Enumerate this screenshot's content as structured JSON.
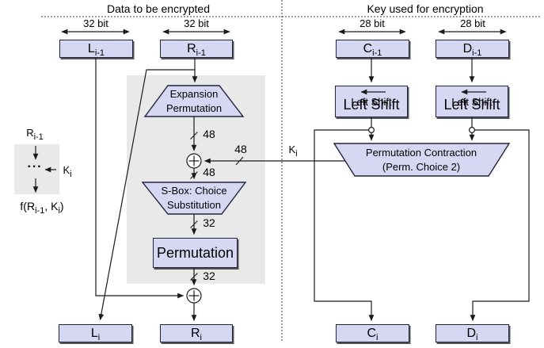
{
  "titles": {
    "left": "Data to be encrypted",
    "right": "Key used for encryption"
  },
  "bit_widths": {
    "l": "32 bit",
    "r": "32 bit",
    "c": "28 bit",
    "d": "28 bit"
  },
  "registers": {
    "l_prev": {
      "main": "L",
      "sub": "i-1"
    },
    "r_prev": {
      "main": "R",
      "sub": "i-1"
    },
    "c_prev": {
      "main": "C",
      "sub": "i-1"
    },
    "d_prev": {
      "main": "D",
      "sub": "i-1"
    },
    "l_next": {
      "main": "L",
      "sub": "i"
    },
    "r_next": {
      "main": "R",
      "sub": "i"
    },
    "c_next": {
      "main": "C",
      "sub": "i"
    },
    "d_next": {
      "main": "D",
      "sub": "i"
    }
  },
  "blocks": {
    "expansion": {
      "line1": "Expansion",
      "line2": "Permutation"
    },
    "sbox": {
      "line1": "S-Box: Choice",
      "line2": "Substitution"
    },
    "permutation": {
      "label": "Permutation"
    },
    "left_shift_c": {
      "label": "Left Shift"
    },
    "left_shift_d": {
      "label": "Left Shift"
    },
    "perm_contraction": {
      "line1": "Permutation Contraction",
      "line2": "(Perm. Choice 2)"
    }
  },
  "wire_labels": {
    "expansion_out": "48",
    "key_in": "48",
    "xor_out": "48",
    "sbox_out": "32",
    "permutation_out": "32",
    "k": {
      "main": "K",
      "sub": "i"
    }
  },
  "legend": {
    "input": {
      "main": "R",
      "sub": "i-1"
    },
    "dots": "···",
    "k": {
      "main": "K",
      "sub": "i"
    },
    "f": {
      "p1": "f(R",
      "s1": "i-1",
      "p2": ", K",
      "s2": "i",
      "p3": ")"
    }
  },
  "colors": {
    "box_fill": "#d6d7f2",
    "box_border": "#23233c",
    "gray_region": "#e9e9e9",
    "line": "#1a1a1a"
  }
}
